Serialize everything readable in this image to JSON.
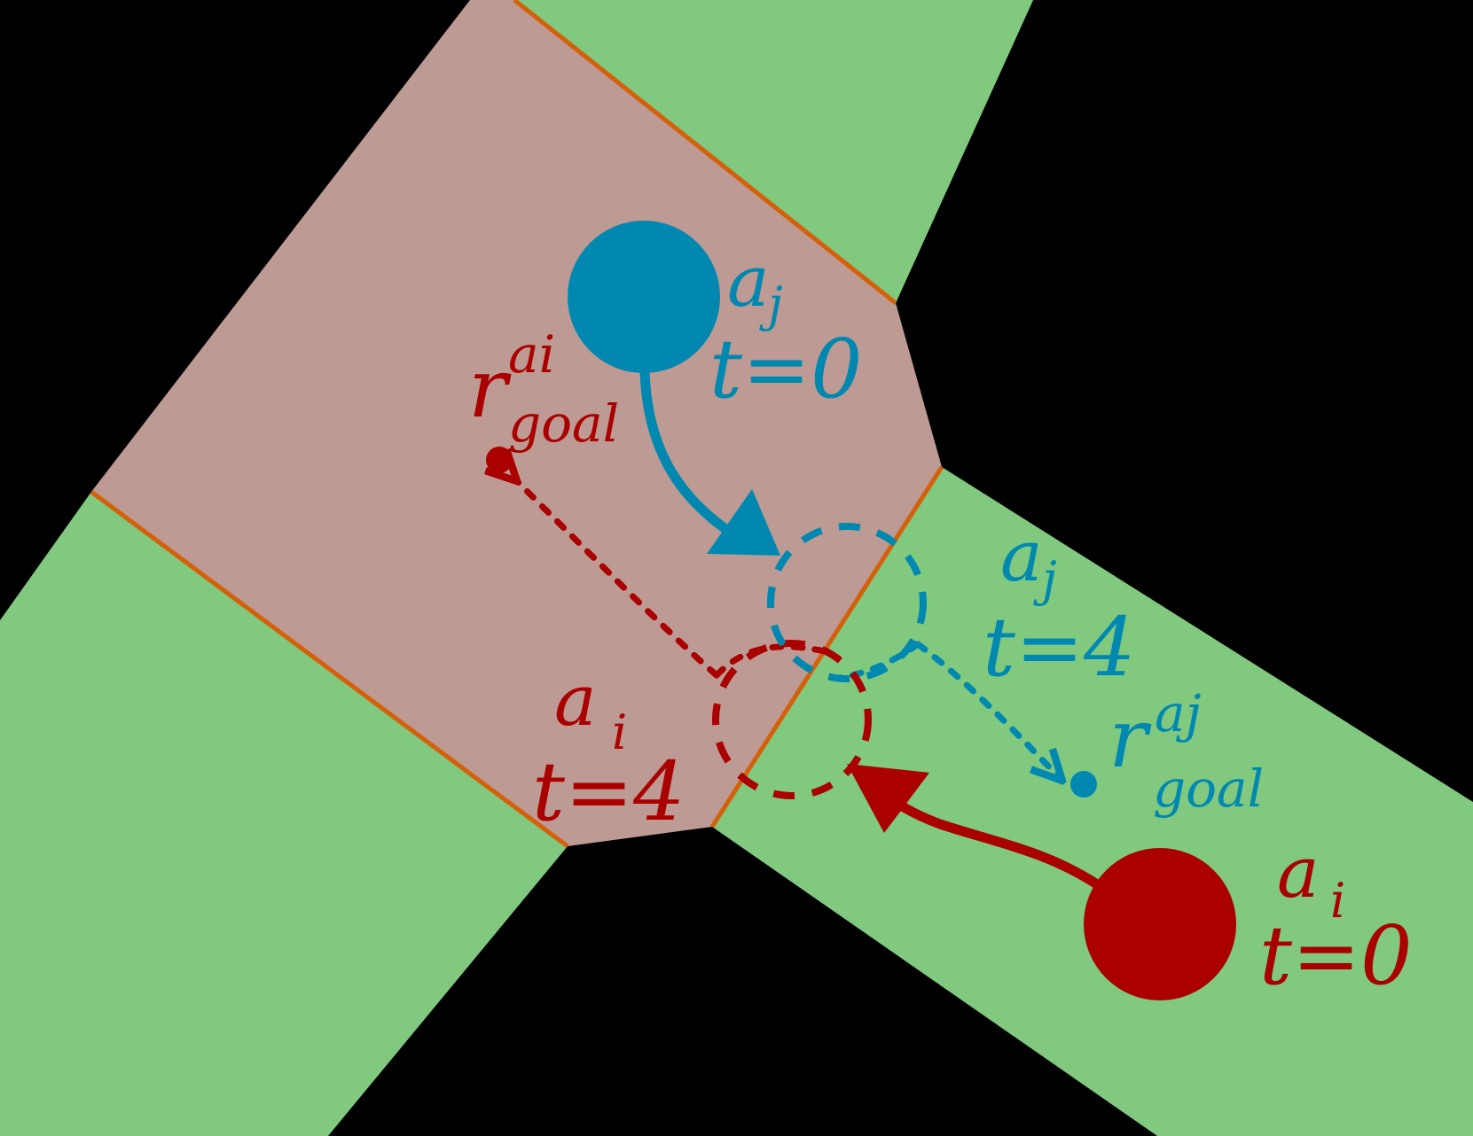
{
  "colors": {
    "background": "#000000",
    "corridor": "#80c97f",
    "region": "#bd9a93",
    "boundary": "#d4600a",
    "agent_i": "#aa0000",
    "agent_j": "#0088b0"
  },
  "agents": {
    "aj_start": {
      "name": "a",
      "sub": "j",
      "time": "t=0"
    },
    "aj_end": {
      "name": "a",
      "sub": "j",
      "time": "t=4"
    },
    "ai_start": {
      "name": "a",
      "sub": "i",
      "time": "t=0"
    },
    "ai_end": {
      "name": "a",
      "sub": "i",
      "time": "t=4"
    }
  },
  "goals": {
    "ai": {
      "symbol": "r",
      "sup": "ai",
      "sub": "goal"
    },
    "aj": {
      "symbol": "r",
      "sup": "aj",
      "sub": "goal"
    }
  }
}
